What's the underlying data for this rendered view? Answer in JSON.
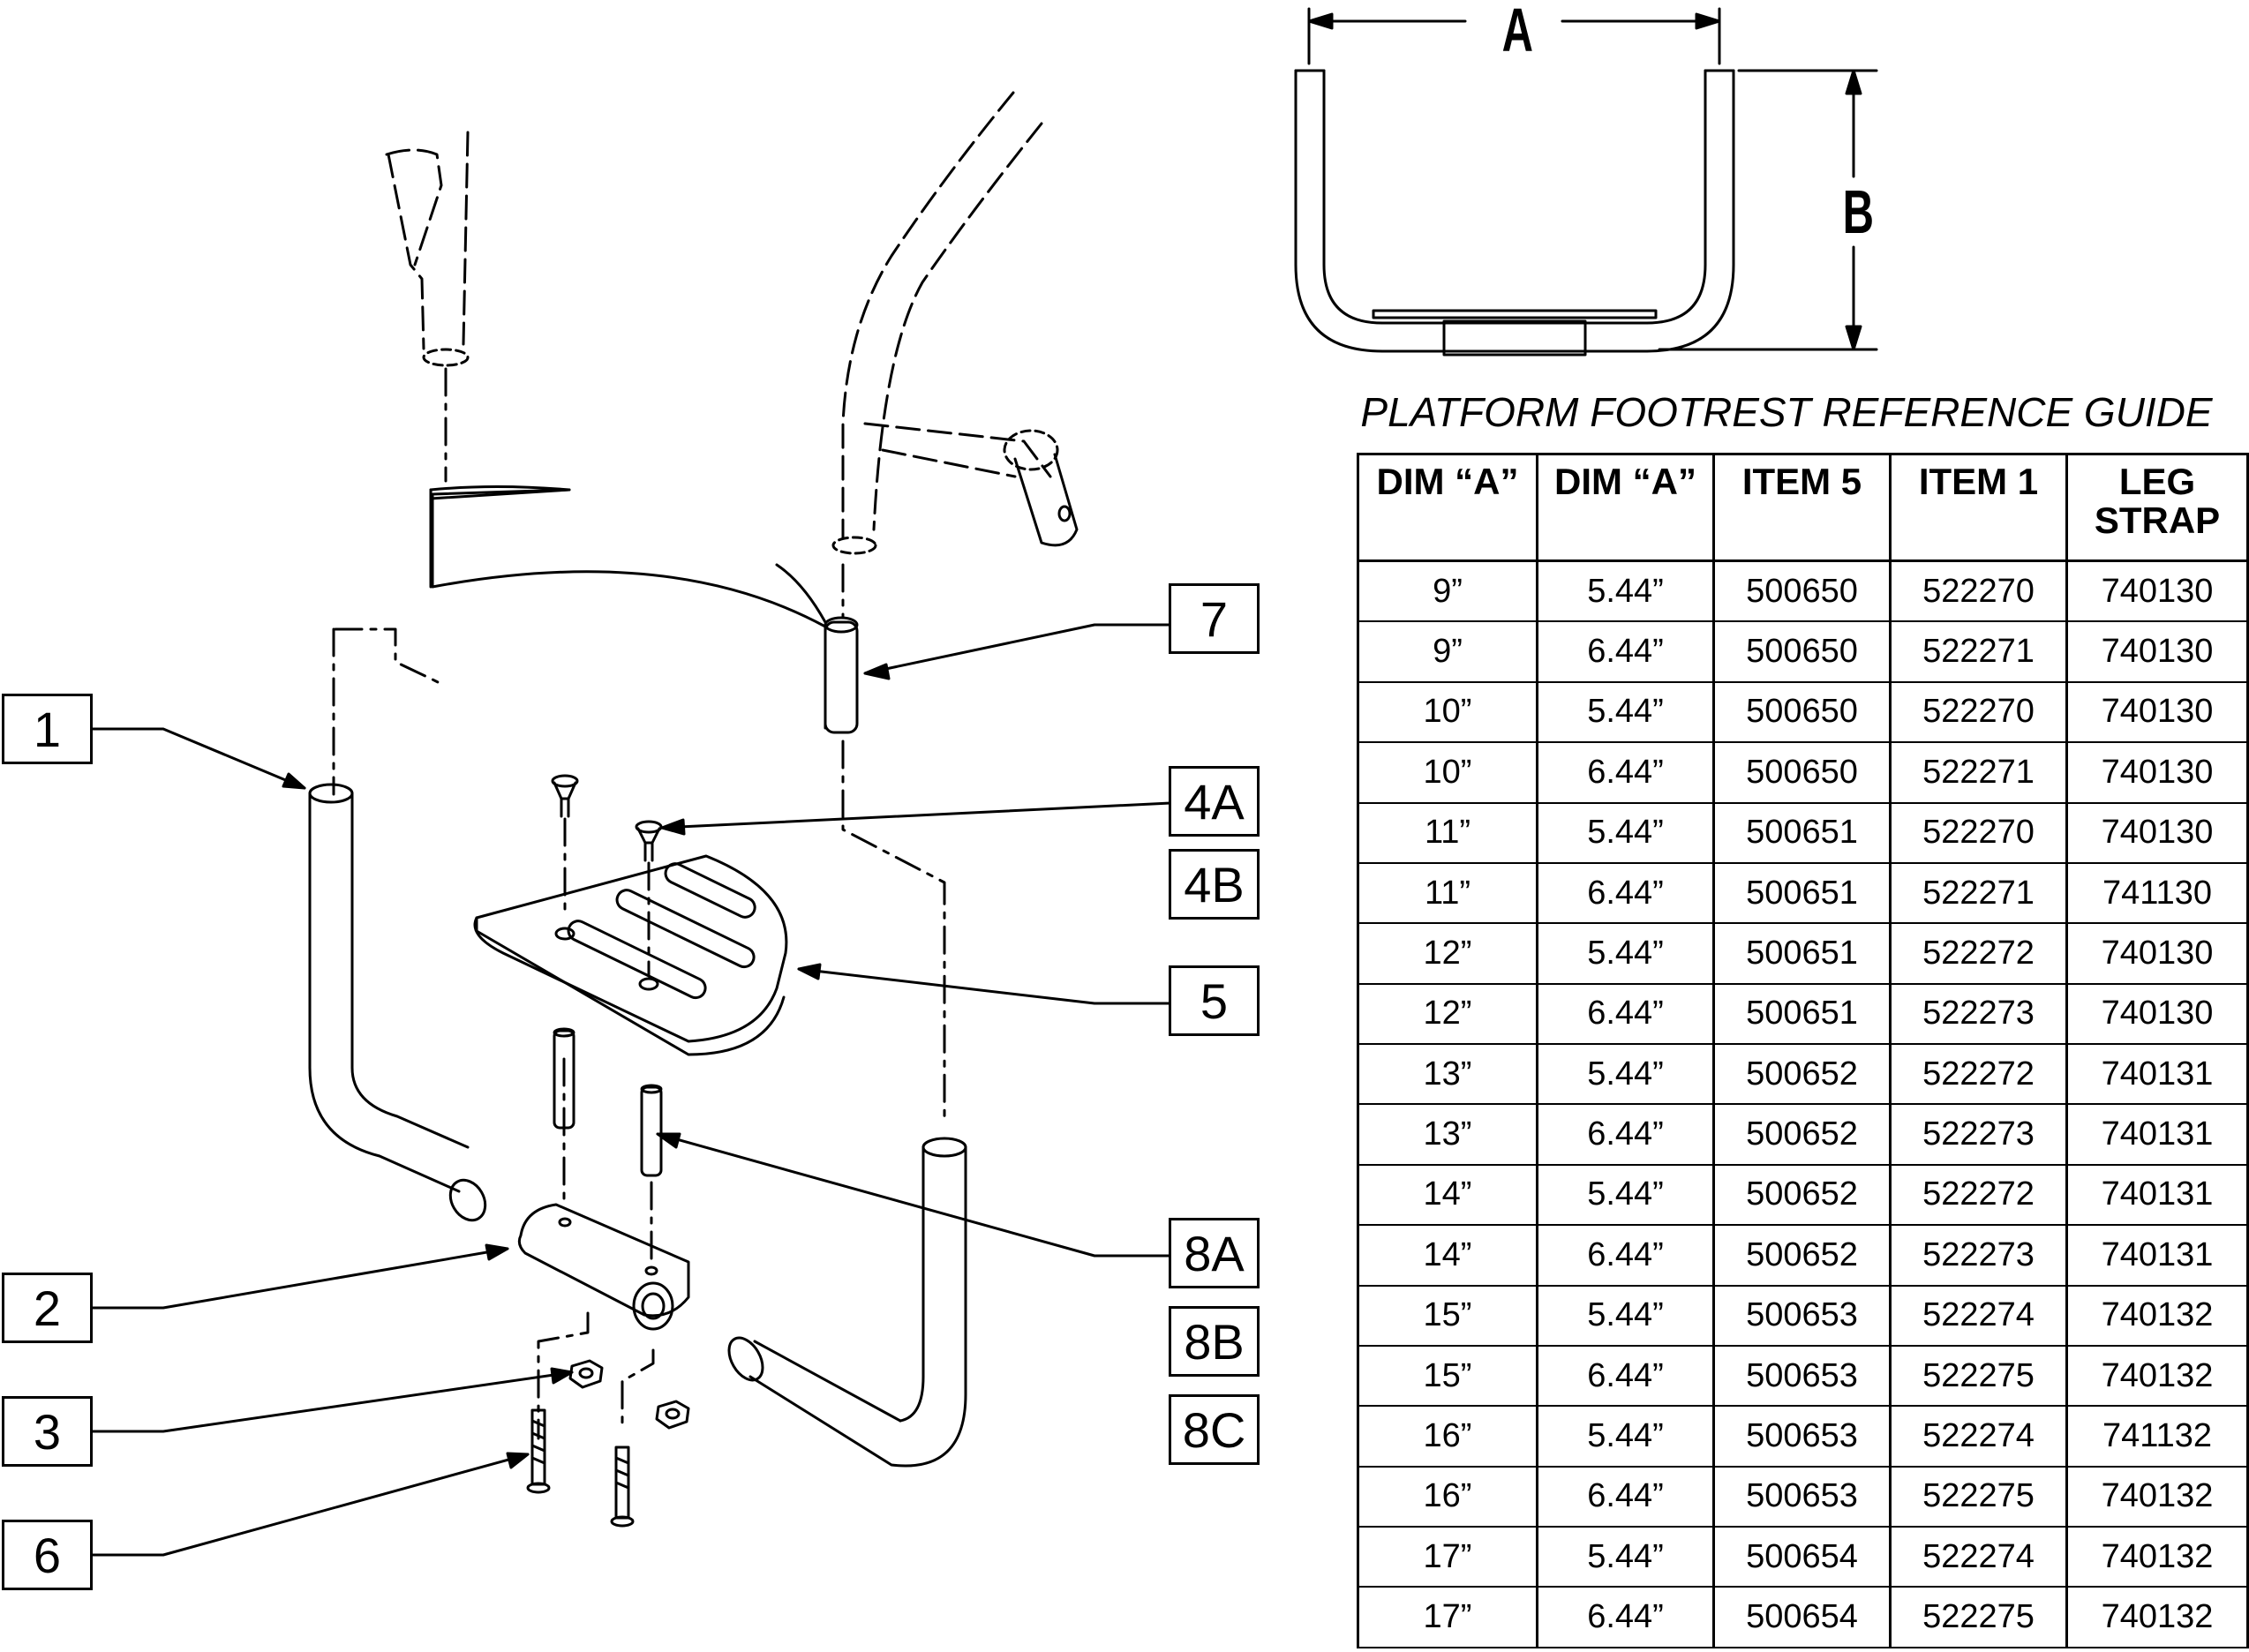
{
  "callouts": {
    "c1": "1",
    "c2": "2",
    "c3": "3",
    "c6": "6",
    "c7": "7",
    "c4a": "4A",
    "c4b": "4B",
    "c5": "5",
    "c8a": "8A",
    "c8b": "8B",
    "c8c": "8C"
  },
  "dimensions": {
    "a": "A",
    "b": "B"
  },
  "table": {
    "title": "PLATFORM FOOTREST REFERENCE GUIDE",
    "headers": [
      "DIM “A”",
      "DIM “A”",
      "ITEM 5",
      "ITEM 1",
      "LEG STRAP"
    ],
    "rows": [
      [
        "9”",
        "5.44”",
        "500650",
        "522270",
        "740130"
      ],
      [
        "9”",
        "6.44”",
        "500650",
        "522271",
        "740130"
      ],
      [
        "10”",
        "5.44”",
        "500650",
        "522270",
        "740130"
      ],
      [
        "10”",
        "6.44”",
        "500650",
        "522271",
        "740130"
      ],
      [
        "11”",
        "5.44”",
        "500651",
        "522270",
        "740130"
      ],
      [
        "11”",
        "6.44”",
        "500651",
        "522271",
        "741130"
      ],
      [
        "12”",
        "5.44”",
        "500651",
        "522272",
        "740130"
      ],
      [
        "12”",
        "6.44”",
        "500651",
        "522273",
        "740130"
      ],
      [
        "13”",
        "5.44”",
        "500652",
        "522272",
        "740131"
      ],
      [
        "13”",
        "6.44”",
        "500652",
        "522273",
        "740131"
      ],
      [
        "14”",
        "5.44”",
        "500652",
        "522272",
        "740131"
      ],
      [
        "14”",
        "6.44”",
        "500652",
        "522273",
        "740131"
      ],
      [
        "15”",
        "5.44”",
        "500653",
        "522274",
        "740132"
      ],
      [
        "15”",
        "6.44”",
        "500653",
        "522275",
        "740132"
      ],
      [
        "16”",
        "5.44”",
        "500653",
        "522274",
        "741132"
      ],
      [
        "16”",
        "6.44”",
        "500653",
        "522275",
        "740132"
      ],
      [
        "17”",
        "5.44”",
        "500654",
        "522274",
        "740132"
      ],
      [
        "17”",
        "6.44”",
        "500654",
        "522275",
        "740132"
      ]
    ]
  }
}
